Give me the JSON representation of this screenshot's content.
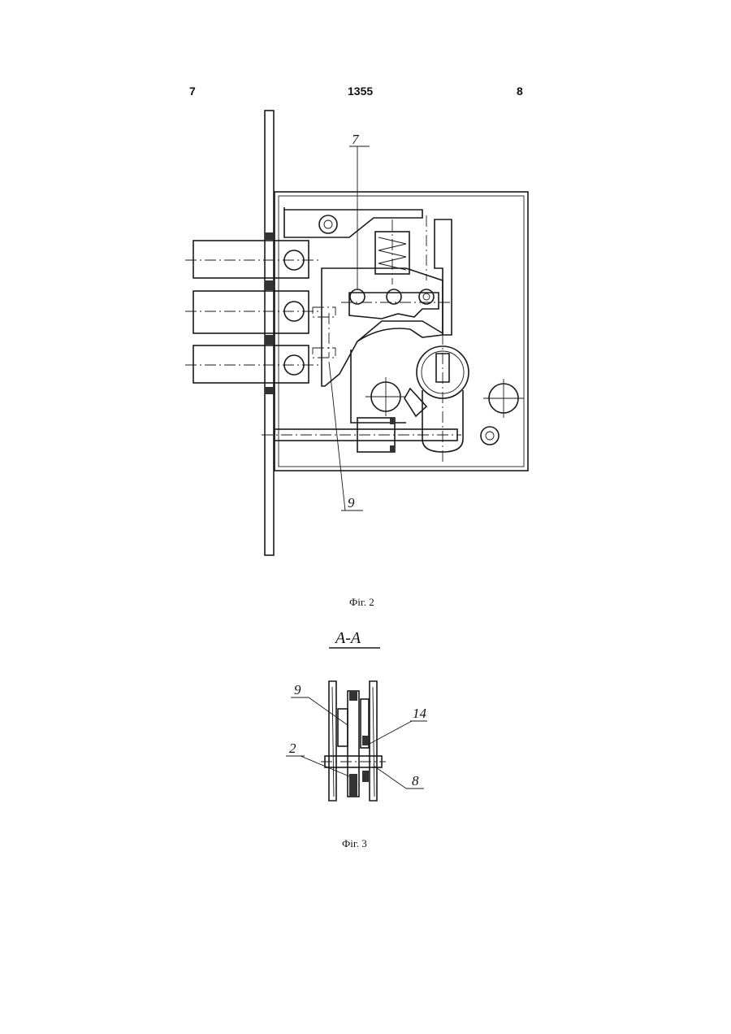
{
  "header": {
    "left_page": "7",
    "center_number": "1355",
    "right_page": "8"
  },
  "figure2": {
    "caption": "Фіг. 2",
    "callouts": [
      "7",
      "9"
    ]
  },
  "figure3": {
    "section_label": "А-А",
    "caption": "Фіг. 3",
    "callouts": [
      "9",
      "14",
      "2",
      "8"
    ]
  }
}
